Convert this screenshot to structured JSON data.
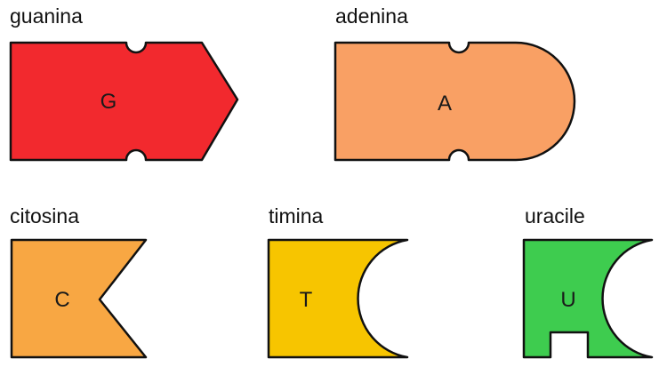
{
  "bases": [
    {
      "id": "guanina",
      "name": "guanina",
      "letter": "G",
      "color": "#f2292e"
    },
    {
      "id": "adenina",
      "name": "adenina",
      "letter": "A",
      "color": "#f9a064"
    },
    {
      "id": "citosina",
      "name": "citosina",
      "letter": "C",
      "color": "#f8a743"
    },
    {
      "id": "timina",
      "name": "timina",
      "letter": "T",
      "color": "#f7c500"
    },
    {
      "id": "uracile",
      "name": "uracile",
      "letter": "U",
      "color": "#3ecc4f"
    }
  ],
  "outline_color": "#111111"
}
